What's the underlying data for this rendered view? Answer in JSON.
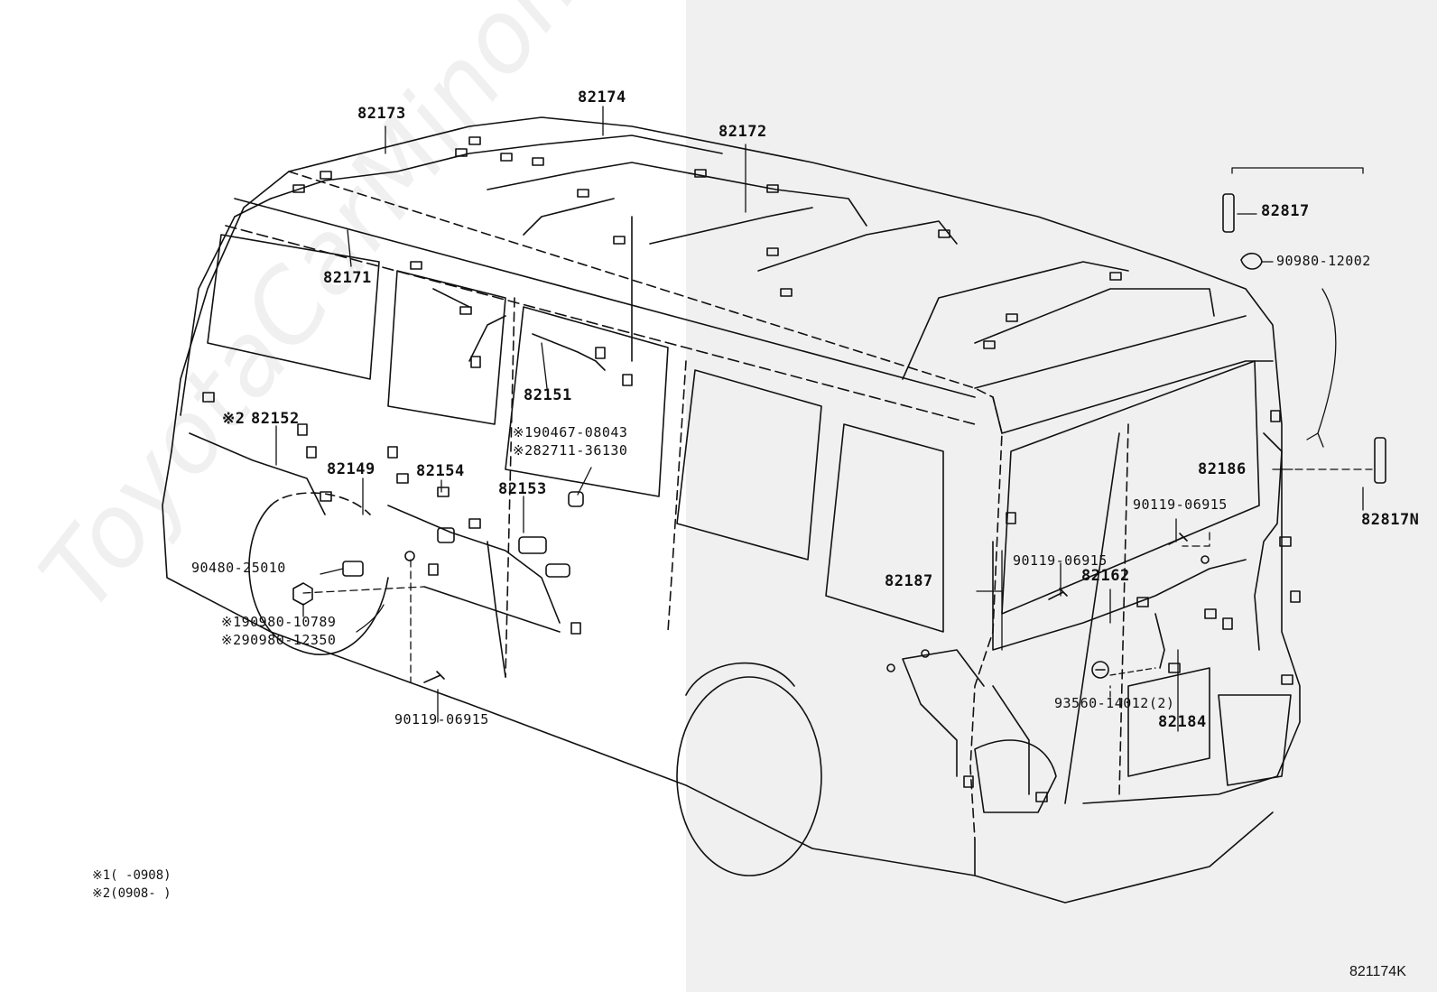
{
  "watermark": "ToyotaCarMinor.ru",
  "figure_code": "821174K",
  "parts": {
    "p82173": "82173",
    "p82174": "82174",
    "p82172": "82172",
    "p82171": "82171",
    "p82151": "82151",
    "p82152": "82152",
    "p82152_mark": "※2",
    "p82149": "82149",
    "p82154": "82154",
    "p82153": "82153",
    "p90467": "※190467-08043",
    "p82711": "※282711-36130",
    "p90480": "90480-25010",
    "p90980_10789": "※190980-10789",
    "p90980_12350": "※290980-12350",
    "p90119_bottom": "90119-06915",
    "p82817": "82817",
    "p90980_12002": "90980-12002",
    "p82186": "82186",
    "p82817N": "82817N",
    "p90119_right": "90119-06915",
    "p90119_mid": "90119-06915",
    "p82162": "82162",
    "p82187": "82187",
    "p93560": "93560-14012(2)",
    "p82184": "82184"
  },
  "notes": {
    "n1": "※1(      -0908)",
    "n2": "※2(0908-      )"
  }
}
